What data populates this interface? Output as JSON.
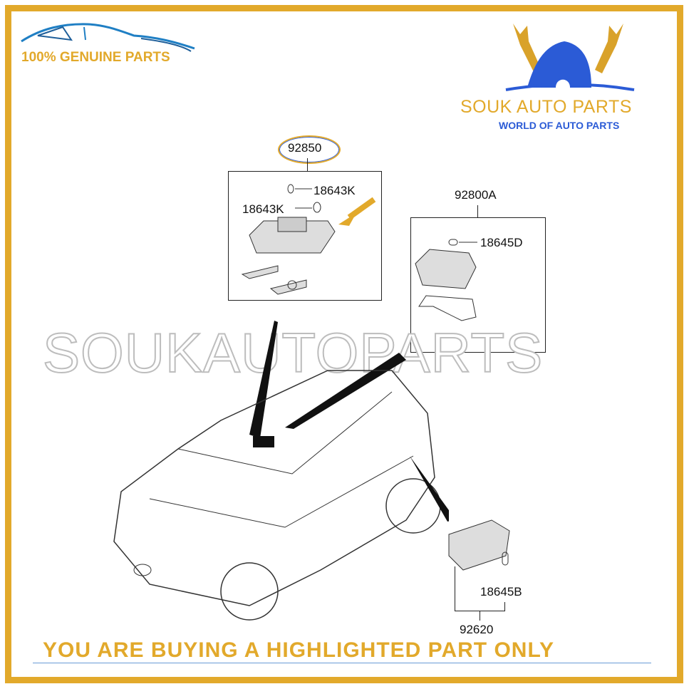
{
  "branding": {
    "genuine_label": "100% GENUINE PARTS",
    "brand_name": "SOUK AUTO PARTS",
    "tagline": "WORLD OF AUTO PARTS",
    "watermark": "SOUKAUTOPARTS",
    "accent_color": "#e2a92b",
    "brand_blue": "#2b5bd6"
  },
  "diagram": {
    "highlighted_part": "92850",
    "parts": {
      "p92850": "92850",
      "p18643K_a": "18643K",
      "p18643K_b": "18643K",
      "p92800A": "92800A",
      "p18645D": "18645D",
      "p18645B": "18645B",
      "p92620": "92620"
    }
  },
  "footer": {
    "notice": "YOU ARE BUYING A HIGHLIGHTED PART ONLY"
  }
}
